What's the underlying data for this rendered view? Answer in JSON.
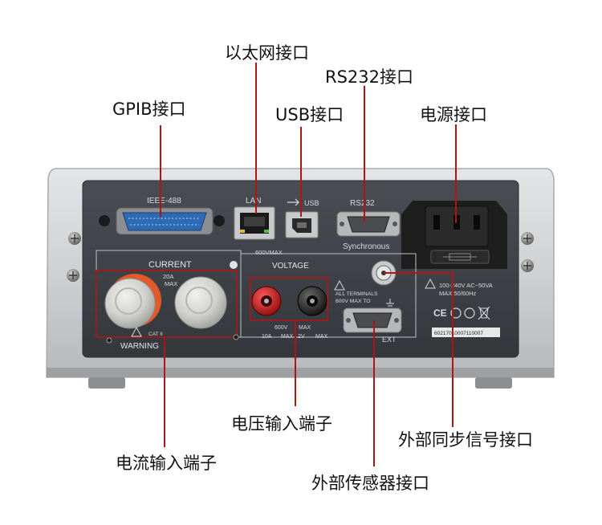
{
  "callouts": {
    "ethernet": "以太网接口",
    "rs232": "RS232接口",
    "gpib": "GPIB接口",
    "usb": "USB接口",
    "power": "电源接口",
    "voltage_input": "电压输入端子",
    "sync": "外部同步信号接口",
    "current_input": "电流输入端子",
    "ext_sensor": "外部传感器接口"
  },
  "panel": {
    "ieee_label": "IEEE-488",
    "lan_label": "LAN",
    "usb_label": "USB",
    "rs232_label": "RS232",
    "synchronous_label": "Synchronous",
    "current_label": "CURRENT",
    "current_rating": "20A",
    "current_rating_2": "MAX",
    "voltage_label": "VOLTAGE",
    "voltage_max": "600VMAX",
    "voltage_rating": "600V",
    "voltage_rating_2": "MAX",
    "warning_label": "WARNING",
    "cat_label": "CAT II",
    "terminals_line1": "ALL TERMINALS",
    "terminals_line2": "600V MAX TO",
    "range_label": "10A",
    "range_label_2": "MAX / 2V",
    "range_label_3": "MAX",
    "ext_label": "EXT",
    "power_line1": "100-240V AC~50VA",
    "power_line2": "MAX 50/60Hz",
    "serial": "60217010007110007"
  },
  "colors": {
    "leader": "#b11414",
    "panel_dark": "#3c3f45",
    "frame": "#c9cacc",
    "voltage_red": "#c41313"
  }
}
